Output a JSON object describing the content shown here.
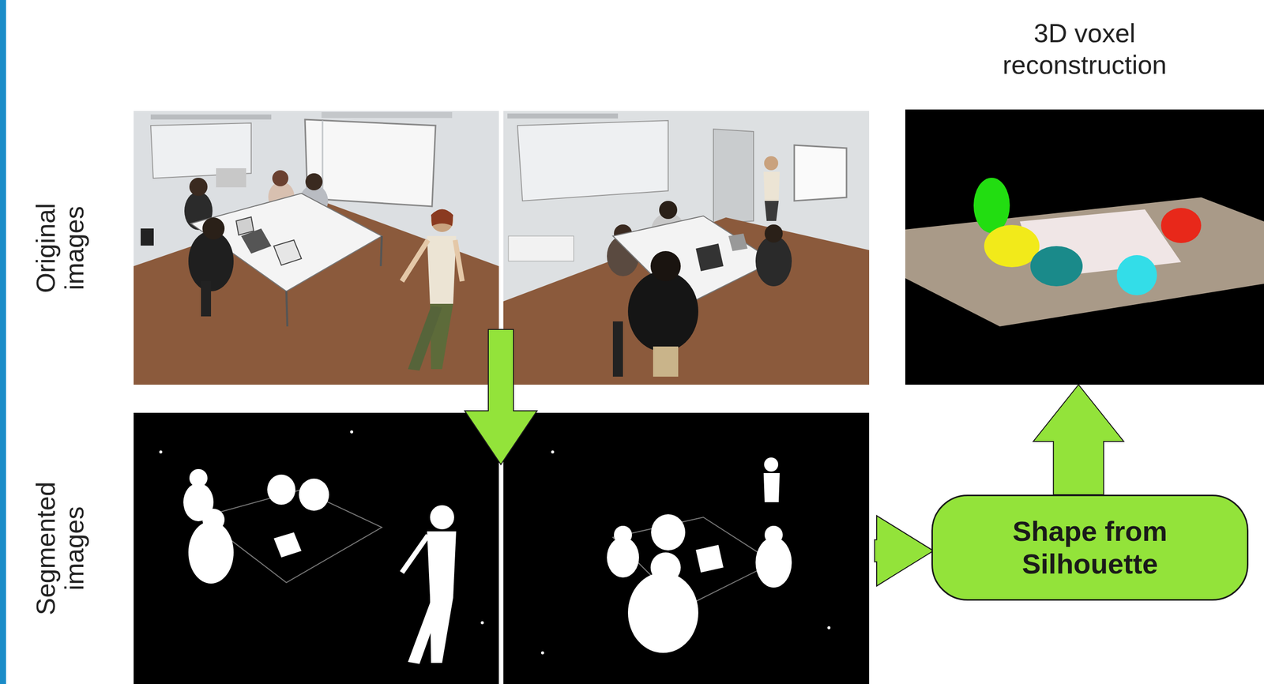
{
  "diagram": {
    "nodes": [
      {
        "text": [
          "Original images"
        ]
      },
      {
        "text": [
          "Segmented images"
        ]
      },
      {
        "text": [
          "Shape from Silhouette"
        ]
      },
      {
        "text": [
          "3D voxel reconstruction"
        ]
      }
    ],
    "edges": [
      {
        "from": 0,
        "to": 1,
        "arrow": "to"
      },
      {
        "from": 1,
        "to": 2,
        "arrow": "to"
      },
      {
        "from": 2,
        "to": 3,
        "arrow": "to"
      }
    ]
  }
}
